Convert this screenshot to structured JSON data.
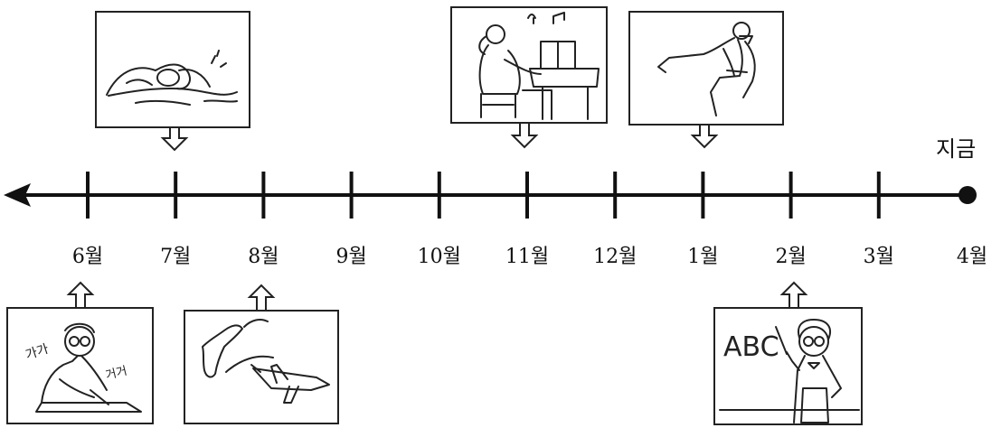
{
  "timeline": {
    "months": [
      "6월",
      "7월",
      "8월",
      "9월",
      "10월",
      "11월",
      "12월",
      "1월",
      "2월",
      "3월",
      "4월"
    ],
    "now_label": "지금"
  },
  "events": [
    {
      "month": "6월",
      "position": "below",
      "picture": "student-writing-picture",
      "scribbles": [
        "가가",
        "거거"
      ]
    },
    {
      "month": "7월",
      "position": "above",
      "picture": "swimming-picture"
    },
    {
      "month": "8월",
      "position": "below",
      "picture": "airplane-map-picture"
    },
    {
      "month": "11월",
      "position": "above",
      "picture": "piano-picture"
    },
    {
      "month": "1월",
      "position": "above",
      "picture": "taekwondo-picture"
    },
    {
      "month": "2월",
      "position": "below",
      "picture": "english-teacher-picture",
      "board_text": "ABC"
    }
  ]
}
